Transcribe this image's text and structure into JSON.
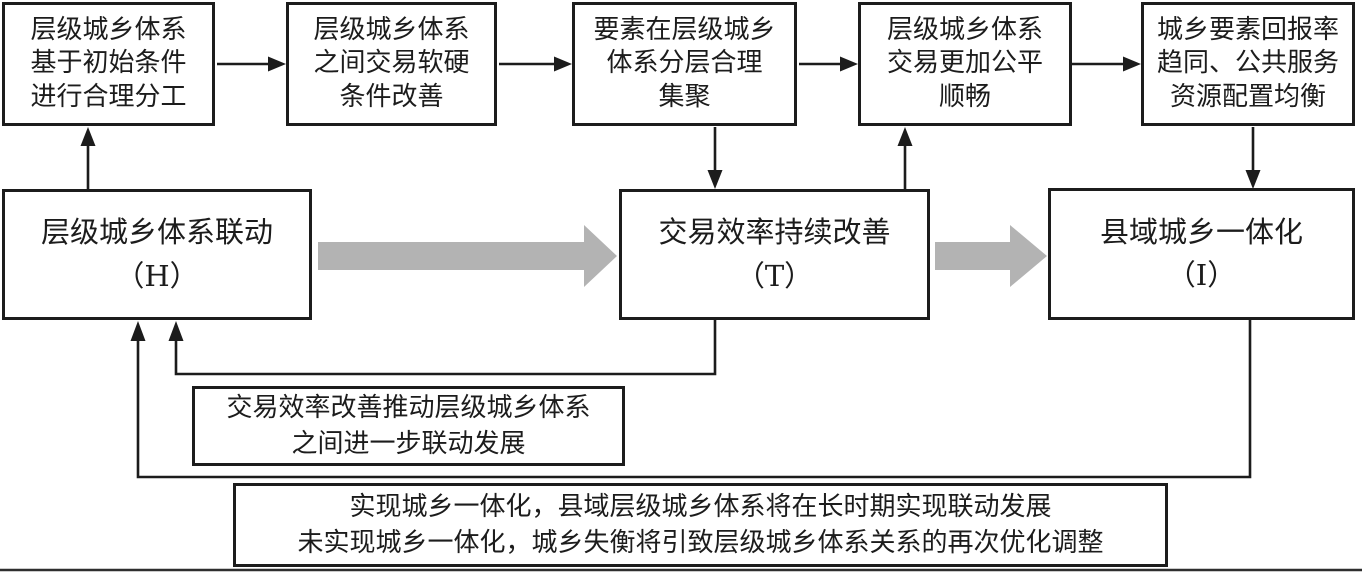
{
  "diagram_title": "county urban-rural hierarchical system linkage mechanism flowchart",
  "top_row": [
    {
      "id": "initial-division",
      "lines": [
        "层级城乡体系",
        "基于初始条件",
        "进行合理分工"
      ]
    },
    {
      "id": "trade-conditions",
      "lines": [
        "层级城乡体系",
        "之间交易软硬",
        "条件改善"
      ]
    },
    {
      "id": "factor-agglomeration",
      "lines": [
        "要素在层级城乡",
        "体系分层合理",
        "集聚"
      ]
    },
    {
      "id": "fair-trade",
      "lines": [
        "层级城乡体系",
        "交易更加公平",
        "顺畅"
      ]
    },
    {
      "id": "returns-convergence",
      "lines": [
        "城乡要素回报率",
        "趋同、公共服务",
        "资源配置均衡"
      ]
    }
  ],
  "middle_row": [
    {
      "id": "hierarchy-linkage",
      "lines": [
        "层级城乡体系联动",
        "（H）"
      ]
    },
    {
      "id": "transaction-efficiency",
      "lines": [
        "交易效率持续改善",
        "（T）"
      ]
    },
    {
      "id": "urban-rural-integration",
      "lines": [
        "县域城乡一体化",
        "（I）"
      ]
    }
  ],
  "feedback_label": {
    "lines": [
      "交易效率改善推动层级城乡体系",
      "之间进一步联动发展"
    ]
  },
  "outcome_label": {
    "lines": [
      "实现城乡一体化，县域层级城乡体系将在长时期实现联动发展",
      "未实现城乡一体化，城乡失衡将引致层级城乡体系关系的再次优化调整"
    ]
  },
  "colors": {
    "line": "#1c1c1c",
    "thick_arrow": "#b3b3b3",
    "background": "#ffffff"
  }
}
